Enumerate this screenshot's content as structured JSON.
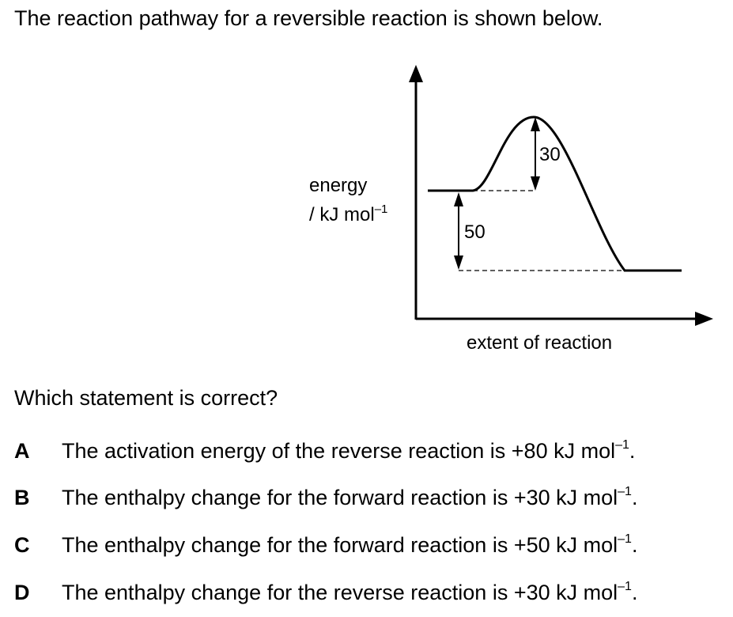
{
  "intro": "The reaction pathway for a reversible reaction is shown below.",
  "diagram": {
    "y_axis_label_line1": "energy",
    "y_axis_label_line2": "/ kJ mol",
    "y_axis_label_superscript": "–1",
    "x_axis_label": "extent of reaction",
    "activation_energy_label": "30",
    "enthalpy_change_label": "50"
  },
  "question": "Which statement is correct?",
  "options": [
    {
      "letter": "A",
      "text": "The activation energy of the reverse reaction is +80 kJ mol",
      "superscript": "–1",
      "end": "."
    },
    {
      "letter": "B",
      "text": "The enthalpy change for the forward reaction is +30 kJ mol",
      "superscript": "–1",
      "end": "."
    },
    {
      "letter": "C",
      "text": "The enthalpy change for the forward reaction is +50 kJ mol",
      "superscript": "–1",
      "end": "."
    },
    {
      "letter": "D",
      "text": "The enthalpy change for the reverse reaction is +30 kJ mol",
      "superscript": "–1",
      "end": "."
    }
  ]
}
